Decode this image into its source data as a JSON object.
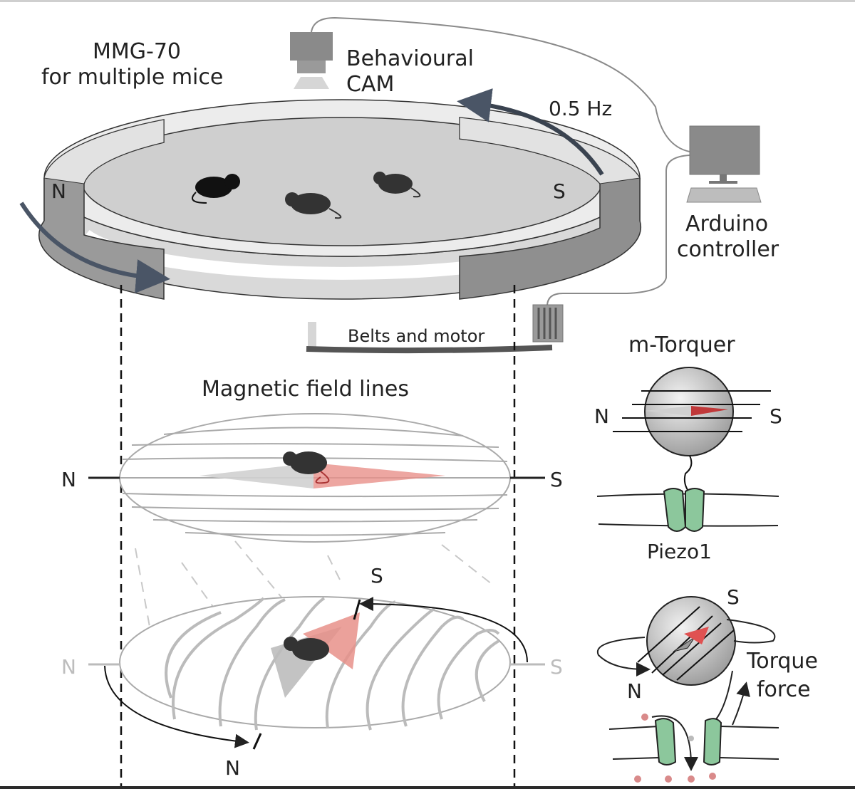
{
  "title": {
    "line1": "MMG-70",
    "line2": "for multiple mice"
  },
  "camera": {
    "line1": "Behavioural",
    "line2": "CAM"
  },
  "frequency": "0.5 Hz",
  "controller": {
    "line1": "Arduino",
    "line2": "controller"
  },
  "motor_label": "Belts and motor",
  "ring_poles": {
    "north": "N",
    "south": "S"
  },
  "field_section": {
    "title": "Magnetic field lines",
    "top_pole_north": "N",
    "top_pole_south": "S",
    "bottom_pole_north_faint": "N",
    "bottom_pole_south_faint": "S",
    "rotated_pole_south": "S",
    "rotated_pole_north": "N"
  },
  "torquer": {
    "title": "m-Torquer",
    "pole_north": "N",
    "pole_south": "S",
    "channel_label": "Piezo1",
    "rotated_pole_south": "S",
    "rotated_pole_north": "N",
    "force_line1": "Torque",
    "force_line2": "force"
  },
  "colors": {
    "ring_light": "#e6e6e6",
    "ring_dark": "#8a8a8a",
    "platform": "#cfcfcf",
    "arrow": "#4a5566",
    "compass_red": "#e8908a",
    "compass_red_dark": "#d9443f",
    "piezo_green": "#8cc79c",
    "ion_pink": "#d98a8a"
  }
}
